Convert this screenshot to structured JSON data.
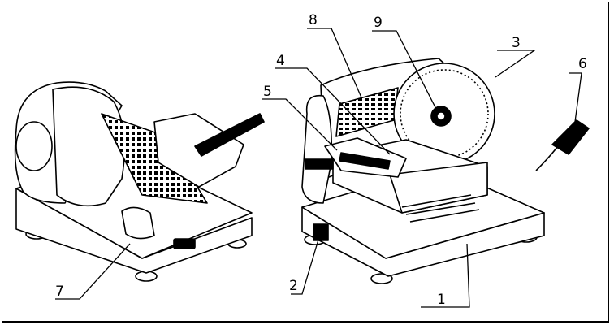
{
  "figure": {
    "labels": [
      {
        "id": "1",
        "text": "1"
      },
      {
        "id": "2",
        "text": "2"
      },
      {
        "id": "3",
        "text": "3"
      },
      {
        "id": "4",
        "text": "4"
      },
      {
        "id": "5",
        "text": "5"
      },
      {
        "id": "6",
        "text": "6"
      },
      {
        "id": "7",
        "text": "7"
      },
      {
        "id": "8",
        "text": "8"
      },
      {
        "id": "9",
        "text": "9"
      }
    ]
  },
  "colors": {
    "line": "#000000",
    "background": "#ffffff"
  }
}
